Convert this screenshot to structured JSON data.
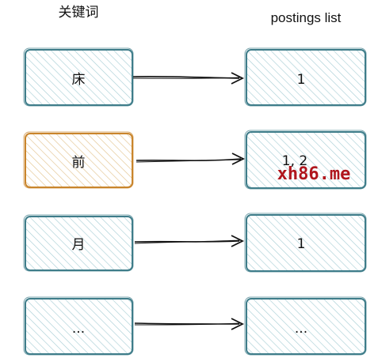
{
  "headers": {
    "keywords": "关键词",
    "postings": "postings list"
  },
  "rows": [
    {
      "term": "床",
      "postings": "1",
      "highlight": false
    },
    {
      "term": "前",
      "postings": "1, 2",
      "highlight": true
    },
    {
      "term": "月",
      "postings": "1",
      "highlight": false
    },
    {
      "term": "...",
      "postings": "...",
      "highlight": false
    }
  ],
  "watermark": "xh86.me",
  "colors": {
    "box_stroke": "#3f7d8a",
    "box_hatch": "#a9cfd6",
    "highlight_stroke": "#c9852c",
    "highlight_hatch": "#e3c490",
    "arrow": "#111111",
    "watermark": "#b0161d"
  }
}
